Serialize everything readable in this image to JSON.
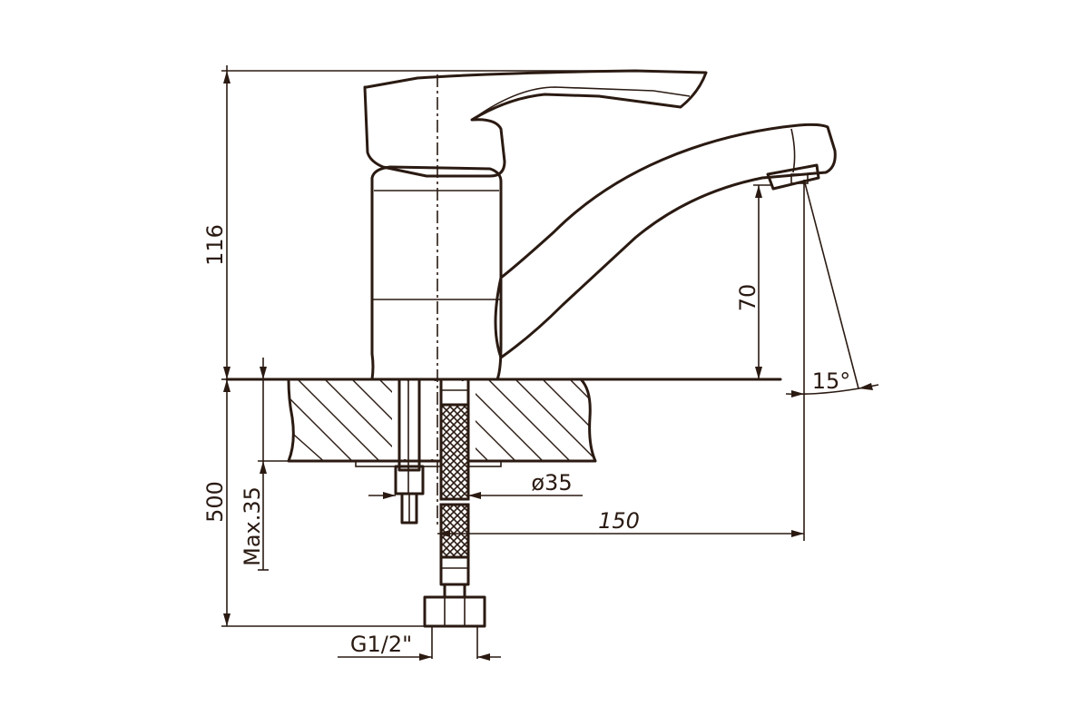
{
  "dimensions": {
    "total_height": "116",
    "spout_height": "70",
    "angle": "15°",
    "hole_diameter": "ø35",
    "spout_reach": "150",
    "hose_length": "500",
    "max_countertop": "Max.35",
    "thread": "G1/2\""
  },
  "colors": {
    "line": "#2a1a12",
    "background": "#ffffff"
  }
}
